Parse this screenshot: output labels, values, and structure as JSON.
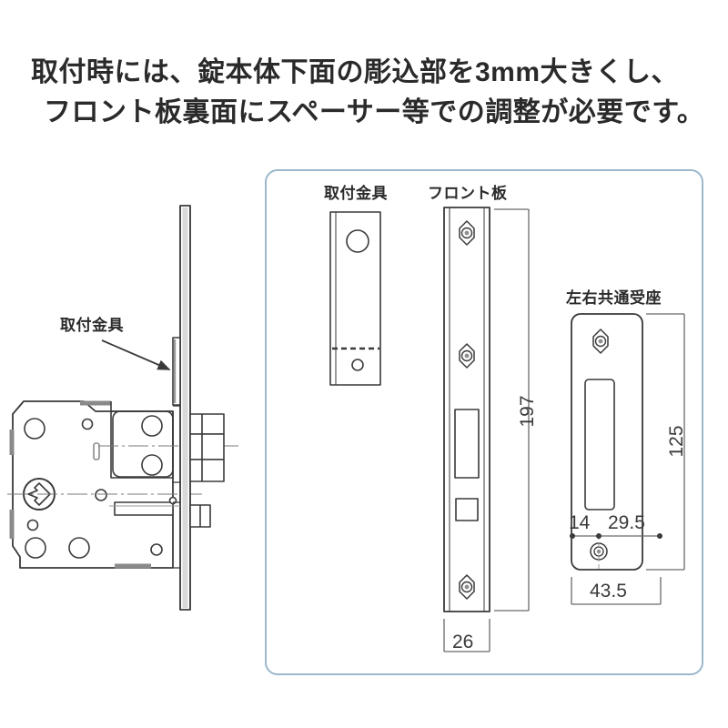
{
  "note": {
    "line1": "取付時には、錠本体下面の彫込部を3mm大きくし、",
    "line2": "フロント板裏面にスペーサー等での調整が必要です。"
  },
  "labels": {
    "bracket_callout": "取付金具",
    "bracket": "取付金具",
    "front_plate": "フロント板",
    "strike_plate": "左右共通受座"
  },
  "dimensions": {
    "front_plate_height": "197",
    "front_plate_width": "26",
    "strike_height": "125",
    "strike_offset_left": "14",
    "strike_offset_right": "29.5",
    "strike_width": "43.5"
  },
  "colors": {
    "panel_border": "#9cb8cc",
    "line": "#3a3a3a",
    "text": "#2b2b2b",
    "background": "#ffffff"
  },
  "icons": {
    "arrow": "callout-arrow-icon",
    "screw": "screw-hole-icon",
    "spindle": "spindle-hole-icon"
  }
}
